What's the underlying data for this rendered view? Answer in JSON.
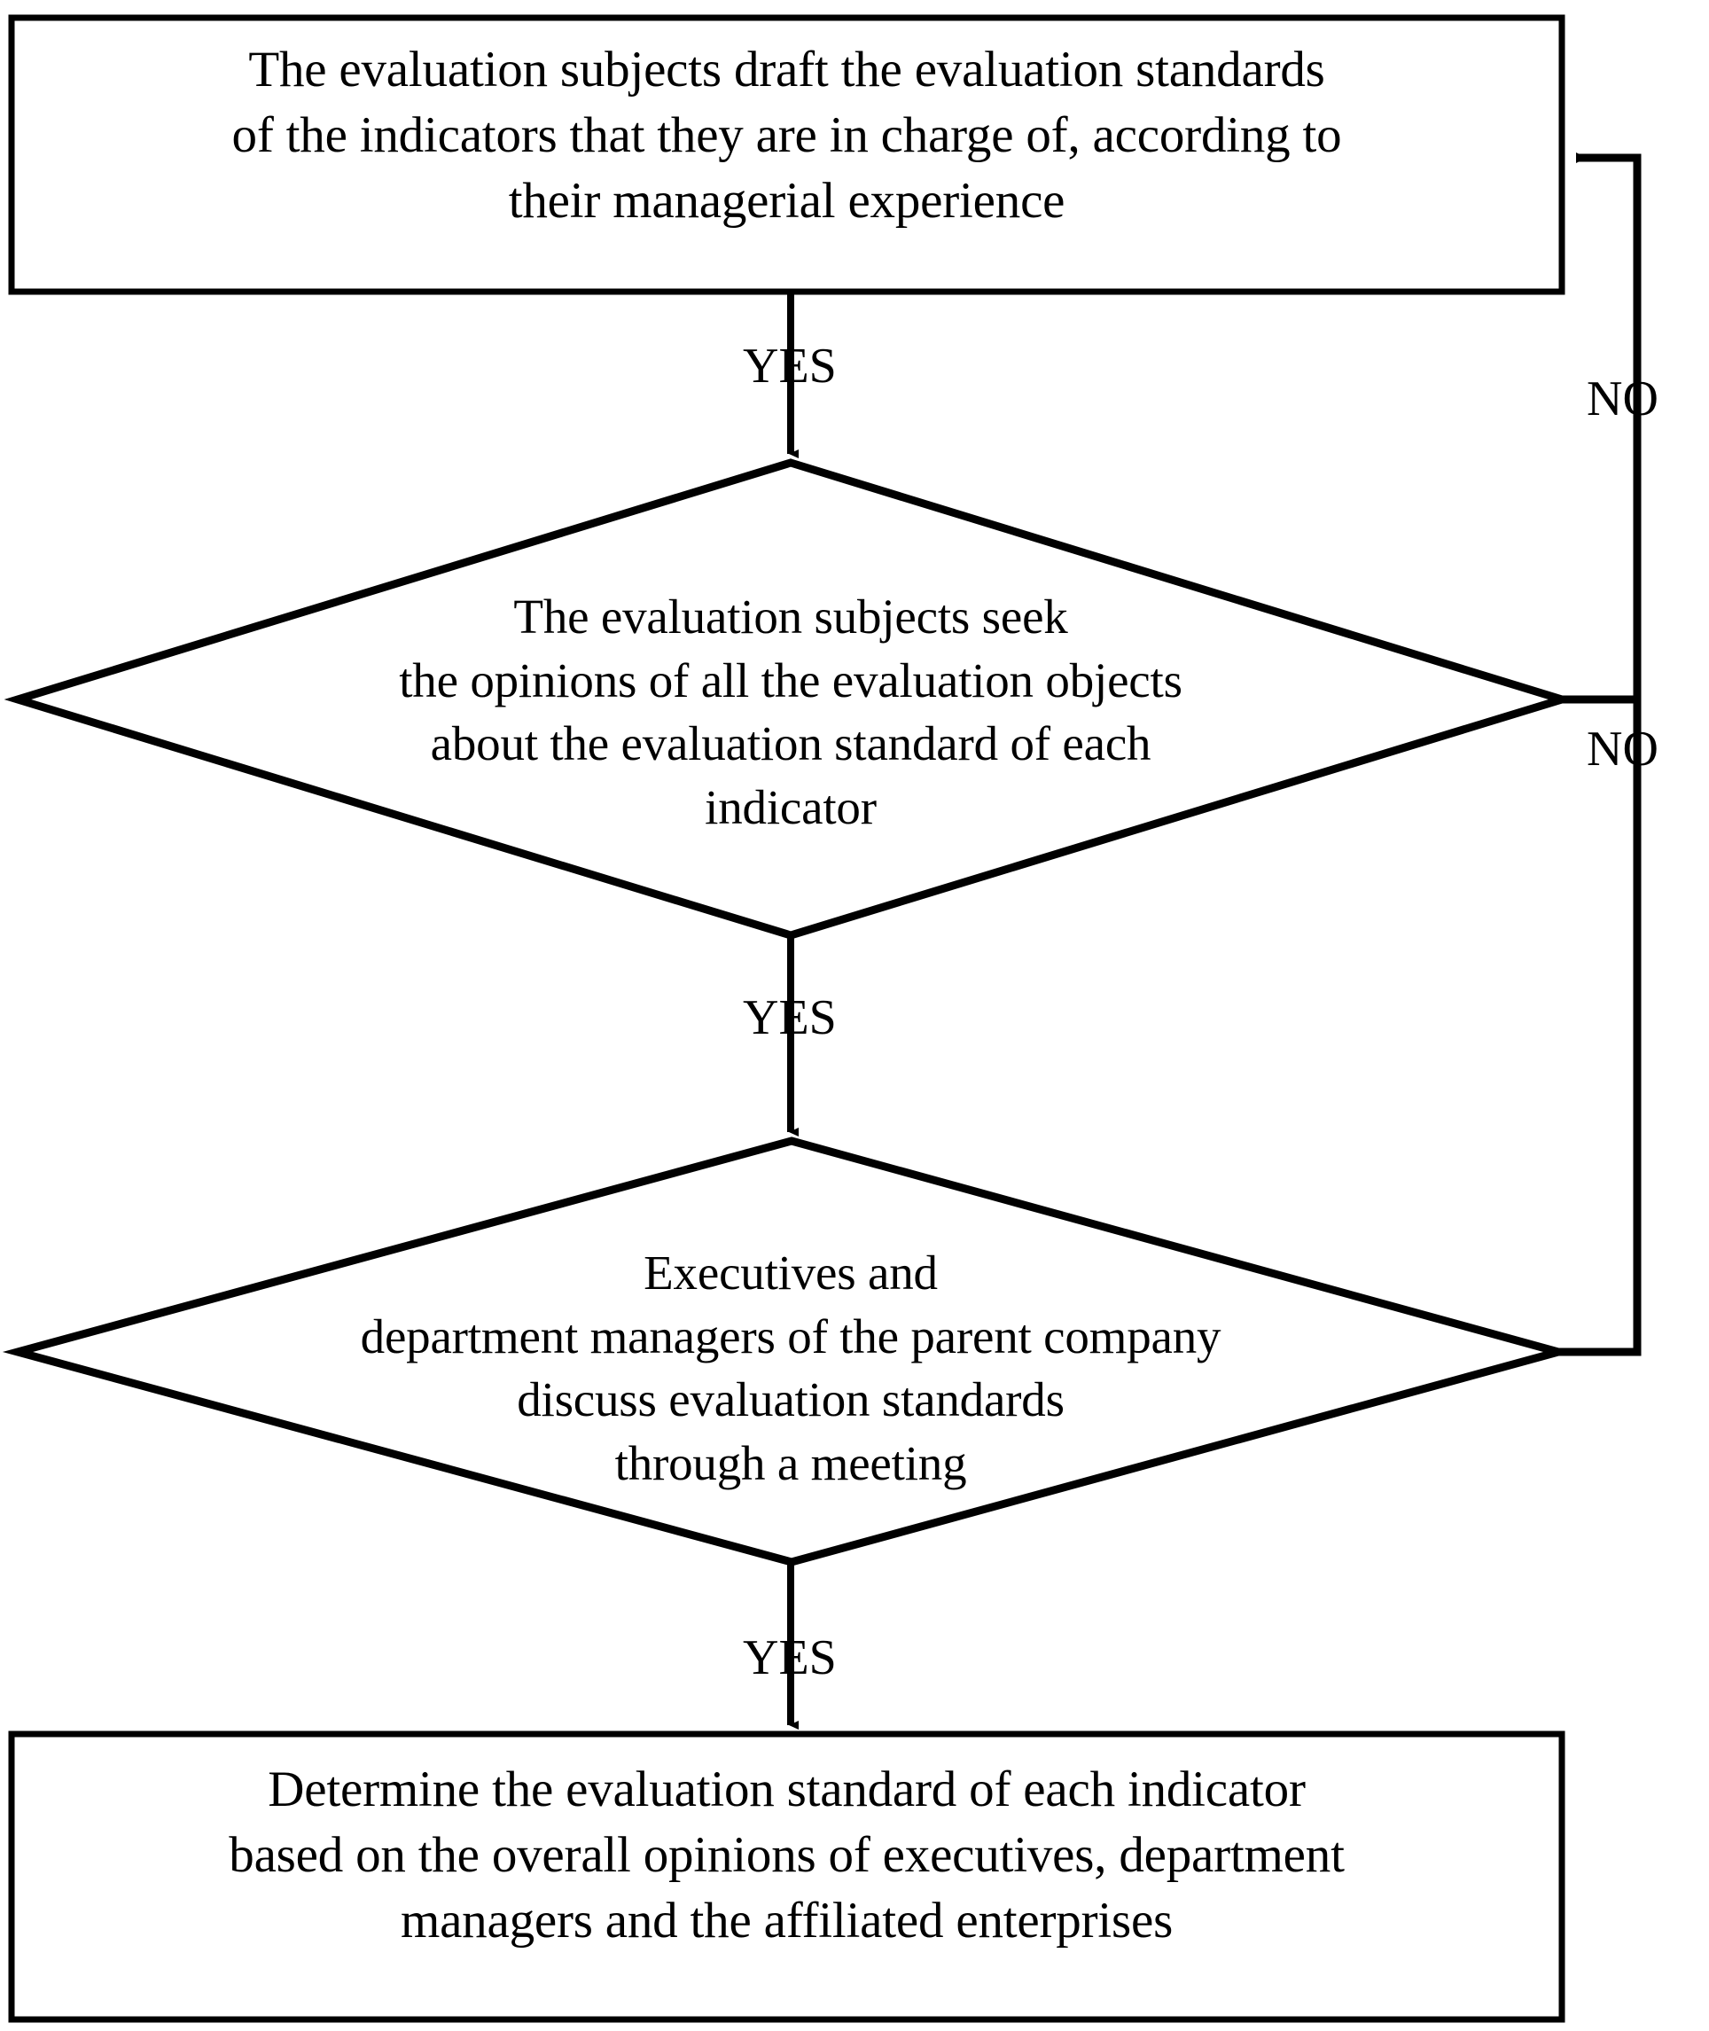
{
  "diagram": {
    "type": "flowchart",
    "title": "Evaluation standard determination process",
    "colors": {
      "stroke": "#000000",
      "fill": "#ffffff",
      "text": "#000000"
    },
    "nodes": [
      {
        "id": "box-1",
        "shape": "rectangle",
        "text": "The evaluation subjects draft the evaluation standards\nof the indicators that they are in charge of, according to\ntheir managerial experience"
      },
      {
        "id": "diamond-1",
        "shape": "diamond",
        "text": "The evaluation subjects seek\nthe opinions of all the evaluation objects\nabout the evaluation standard of each\nindicator"
      },
      {
        "id": "diamond-2",
        "shape": "diamond",
        "text": "Executives and\ndepartment managers of the parent company\ndiscuss evaluation standards\nthrough a meeting"
      },
      {
        "id": "box-2",
        "shape": "rectangle",
        "text": "Determine the evaluation standard of each indicator\nbased on the overall opinions of executives, department\nmanagers and the affiliated enterprises"
      }
    ],
    "edges": [
      {
        "id": "edge-yes-1",
        "from": "box-1",
        "to": "diamond-1",
        "label": "YES"
      },
      {
        "id": "edge-yes-2",
        "from": "diamond-1",
        "to": "diamond-2",
        "label": "YES"
      },
      {
        "id": "edge-yes-3",
        "from": "diamond-2",
        "to": "box-2",
        "label": "YES"
      },
      {
        "id": "edge-no-1",
        "from": "diamond-1",
        "to": "box-1",
        "label": "NO"
      },
      {
        "id": "edge-no-2",
        "from": "diamond-2",
        "to": "box-1",
        "label": "NO"
      }
    ]
  }
}
